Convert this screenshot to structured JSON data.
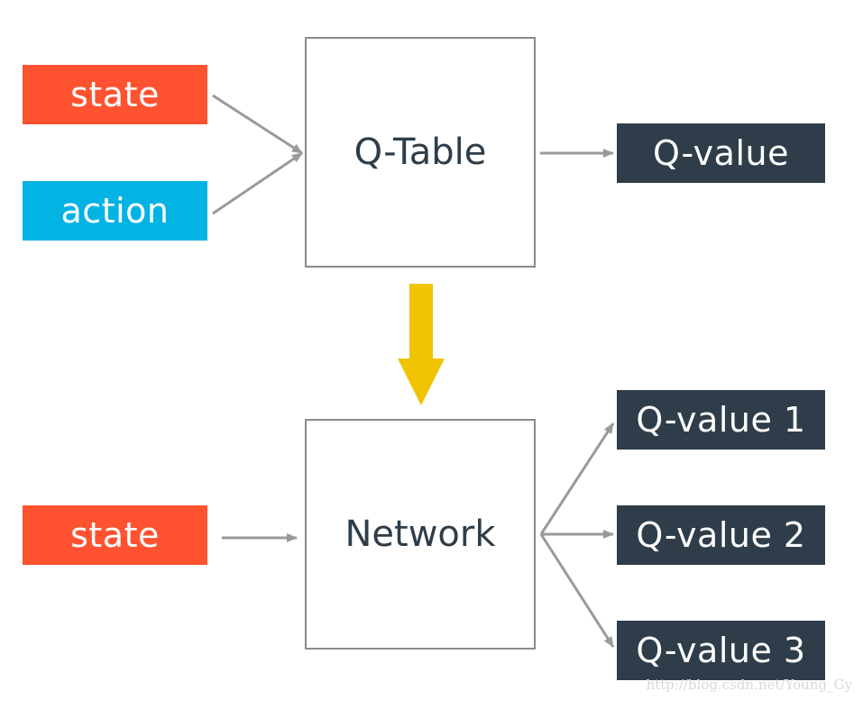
{
  "top": {
    "inputs": {
      "state_label": "state",
      "action_label": "action"
    },
    "process_label": "Q-Table",
    "output_label": "Q-value"
  },
  "bottom": {
    "input_label": "state",
    "process_label": "Network",
    "outputs": [
      "Q-value 1",
      "Q-value 2",
      "Q-value 3"
    ]
  },
  "watermark": "http://blog.csdn.net/Young_Gy",
  "colors": {
    "state": "#ff5230",
    "action": "#02b3e4",
    "output": "#2e3d49",
    "connector": "#9a9a9a",
    "transition_arrow": "#f0c400"
  }
}
